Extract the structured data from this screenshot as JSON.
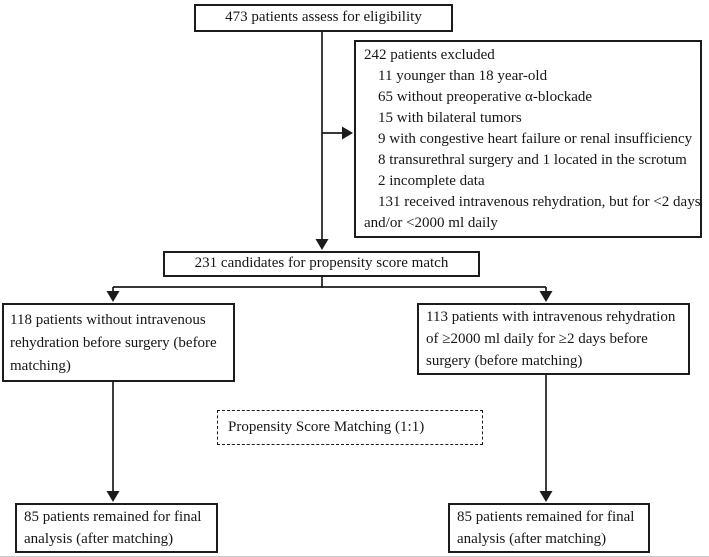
{
  "diagram": {
    "kind": "patient-flow-diagram",
    "colors": {
      "line": "#1c1c1c",
      "text": "#161616",
      "background": "#ffffff"
    },
    "eligibility": {
      "text": "473 patients assess for eligibility"
    },
    "excluded": {
      "title": "242 patients excluded",
      "items": [
        "11 younger than 18 year-old",
        "65 without preoperative α-blockade",
        "15 with bilateral tumors",
        "9 with congestive heart failure or renal insufficiency",
        "8 transurethral surgery and 1 located in the scrotum",
        "2 incomplete data",
        "131 received intravenous rehydration, but for <2 days"
      ],
      "wrap_line": "and/or <2000 ml daily"
    },
    "candidates": {
      "text": "231 candidates for propensity score match"
    },
    "group_without_rehydration": {
      "text": "118 patients without intravenous rehydration before surgery (before matching)"
    },
    "group_with_rehydration": {
      "text": "113 patients with intravenous rehydration of ≥2000 ml daily for ≥2 days before surgery (before matching)"
    },
    "matching": {
      "text": "Propensity Score Matching (1:1)"
    },
    "final_without": {
      "text": "85 patients remained for final analysis (after matching)"
    },
    "final_with": {
      "text": "85 patients remained for final analysis (after matching)"
    },
    "edges": [
      {
        "from": "eligibility",
        "to": "candidates"
      },
      {
        "from": "eligibility",
        "to": "excluded"
      },
      {
        "from": "candidates",
        "to": "group_without_rehydration"
      },
      {
        "from": "candidates",
        "to": "group_with_rehydration"
      },
      {
        "from": "group_without_rehydration",
        "to": "final_without"
      },
      {
        "from": "group_with_rehydration",
        "to": "final_with"
      }
    ]
  }
}
